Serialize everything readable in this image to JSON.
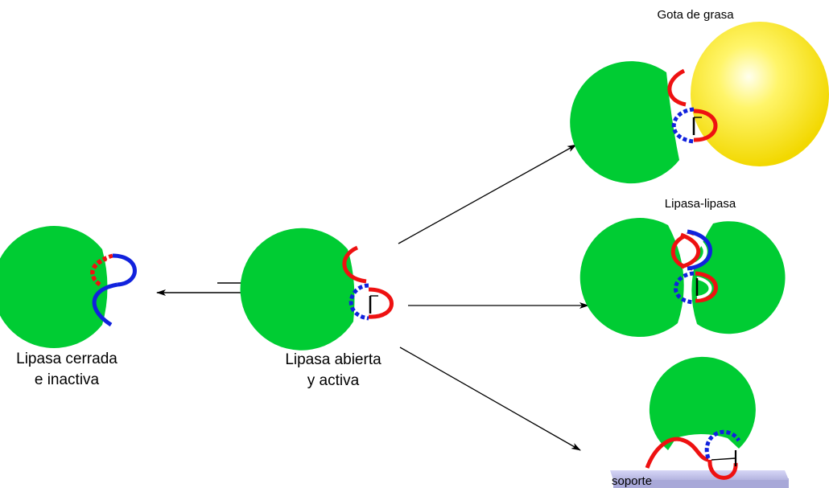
{
  "labels": {
    "closed_line1": "Lipasa cerrada",
    "closed_line2": "e inactiva",
    "open_line1": "Lipasa abierta",
    "open_line2": "y activa",
    "fat_drop": "Gota de grasa",
    "dimer": "Lipasa-lipasa",
    "support": "soporte"
  },
  "colors": {
    "enzyme": "#00cc33",
    "lid_red": "#ee1111",
    "lid_blue": "#1122dd",
    "fat_drop": "#ffee00",
    "support": "#c8c8f0",
    "arrow": "#000000"
  }
}
